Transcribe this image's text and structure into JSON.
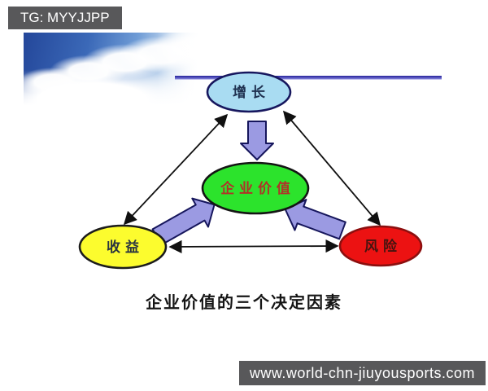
{
  "badges": {
    "tg": "TG: MYYJJPP",
    "site": "www.world-chn-jiuyousports.com"
  },
  "diagram": {
    "caption": "企业价值的三个决定因素",
    "nodes": {
      "growth": {
        "label": "增 长",
        "fill": "#a9dcf2",
        "text_color": "#1f3150"
      },
      "value": {
        "label": "企 业 价 值",
        "fill": "#2ce32c",
        "text_color": "#b03228"
      },
      "income": {
        "label": "收 益",
        "fill": "#fcfc2e",
        "text_color": "#2a3440"
      },
      "risk": {
        "label": "风 险",
        "fill": "#ec1212",
        "text_color": "#431410"
      }
    },
    "block_arrow_fill": "#9b9ae2",
    "rule_color": "#2d2a9c"
  }
}
